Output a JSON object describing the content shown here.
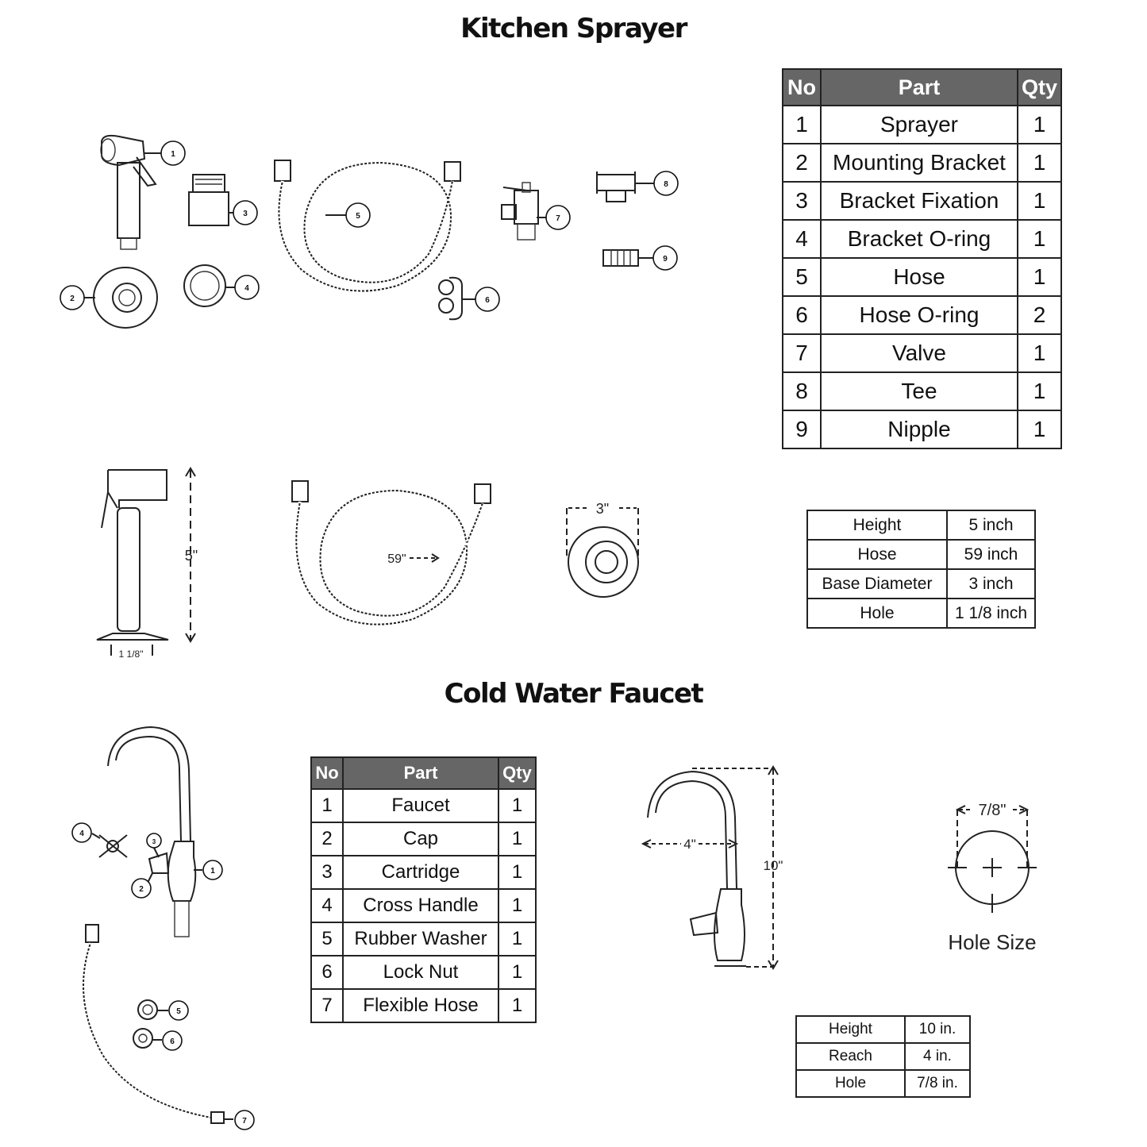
{
  "sprayer": {
    "title": "Kitchen Sprayer",
    "parts_headers": [
      "No",
      "Part",
      "Qty"
    ],
    "parts": [
      {
        "no": "1",
        "part": "Sprayer",
        "qty": "1"
      },
      {
        "no": "2",
        "part": "Mounting Bracket",
        "qty": "1"
      },
      {
        "no": "3",
        "part": "Bracket Fixation",
        "qty": "1"
      },
      {
        "no": "4",
        "part": "Bracket O-ring",
        "qty": "1"
      },
      {
        "no": "5",
        "part": "Hose",
        "qty": "1"
      },
      {
        "no": "6",
        "part": "Hose O-ring",
        "qty": "2"
      },
      {
        "no": "7",
        "part": "Valve",
        "qty": "1"
      },
      {
        "no": "8",
        "part": "Tee",
        "qty": "1"
      },
      {
        "no": "9",
        "part": "Nipple",
        "qty": "1"
      }
    ],
    "specs": [
      {
        "label": "Height",
        "value": "5 inch"
      },
      {
        "label": "Hose",
        "value": "59 inch"
      },
      {
        "label": "Base Diameter",
        "value": "3 inch"
      },
      {
        "label": "Hole",
        "value": "1 1/8 inch"
      }
    ],
    "dims": {
      "height": "5\"",
      "hose": "59\"",
      "base": "3\"",
      "hole": "1 1/8\""
    },
    "callouts": [
      "1",
      "2",
      "3",
      "4",
      "5",
      "6",
      "7",
      "8",
      "9"
    ]
  },
  "faucet": {
    "title": "Cold Water Faucet",
    "parts_headers": [
      "No",
      "Part",
      "Qty"
    ],
    "parts": [
      {
        "no": "1",
        "part": "Faucet",
        "qty": "1"
      },
      {
        "no": "2",
        "part": "Cap",
        "qty": "1"
      },
      {
        "no": "3",
        "part": "Cartridge",
        "qty": "1"
      },
      {
        "no": "4",
        "part": "Cross Handle",
        "qty": "1"
      },
      {
        "no": "5",
        "part": "Rubber Washer",
        "qty": "1"
      },
      {
        "no": "6",
        "part": "Lock Nut",
        "qty": "1"
      },
      {
        "no": "7",
        "part": "Flexible Hose",
        "qty": "1"
      }
    ],
    "specs": [
      {
        "label": "Height",
        "value": "10 in."
      },
      {
        "label": "Reach",
        "value": "4 in."
      },
      {
        "label": "Hole",
        "value": "7/8 in."
      }
    ],
    "dims": {
      "reach": "4\"",
      "height": "10\"",
      "hole": "7/8\""
    },
    "hole_size_label": "Hole Size",
    "callouts": [
      "1",
      "2",
      "3",
      "4",
      "5",
      "6",
      "7"
    ]
  }
}
